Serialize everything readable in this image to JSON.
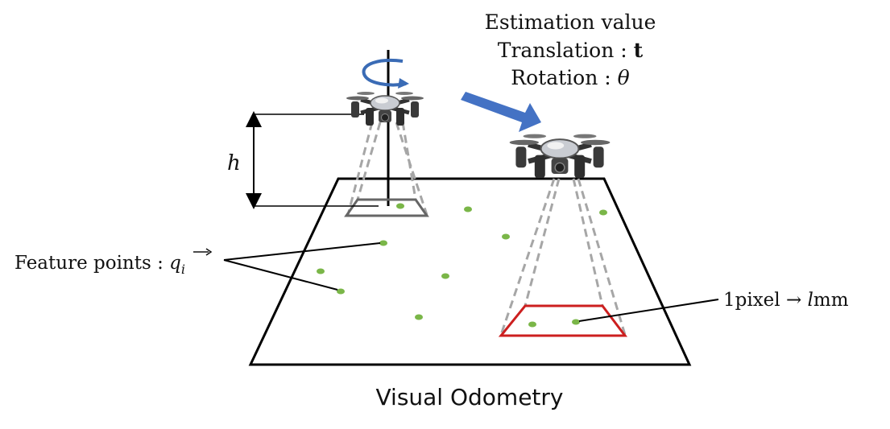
{
  "estimation": {
    "title": "Estimation value",
    "translation_label": "Translation : ",
    "translation_symbol": "t",
    "rotation_label": "Rotation : ",
    "rotation_symbol": "θ"
  },
  "height_label": "h",
  "feature_points": {
    "label": "Feature points : ",
    "symbol": "q",
    "subscript": "i"
  },
  "pixel_scale": {
    "prefix": "1pixel → ",
    "var": "l",
    "unit": "mm"
  },
  "caption": "Visual Odometry",
  "colors": {
    "feature_point": "#7ab648",
    "camera_footprint_new": "#cc1f1f",
    "camera_footprint_old": "#666666",
    "motion_arrow": "#4472c4",
    "rotation_arrow": "#3a6bb5",
    "frustum": "#a6a6a6",
    "plane": "#000000"
  },
  "icons": [
    "drone-icon",
    "rotation-arrow-icon",
    "motion-arrow-icon"
  ]
}
